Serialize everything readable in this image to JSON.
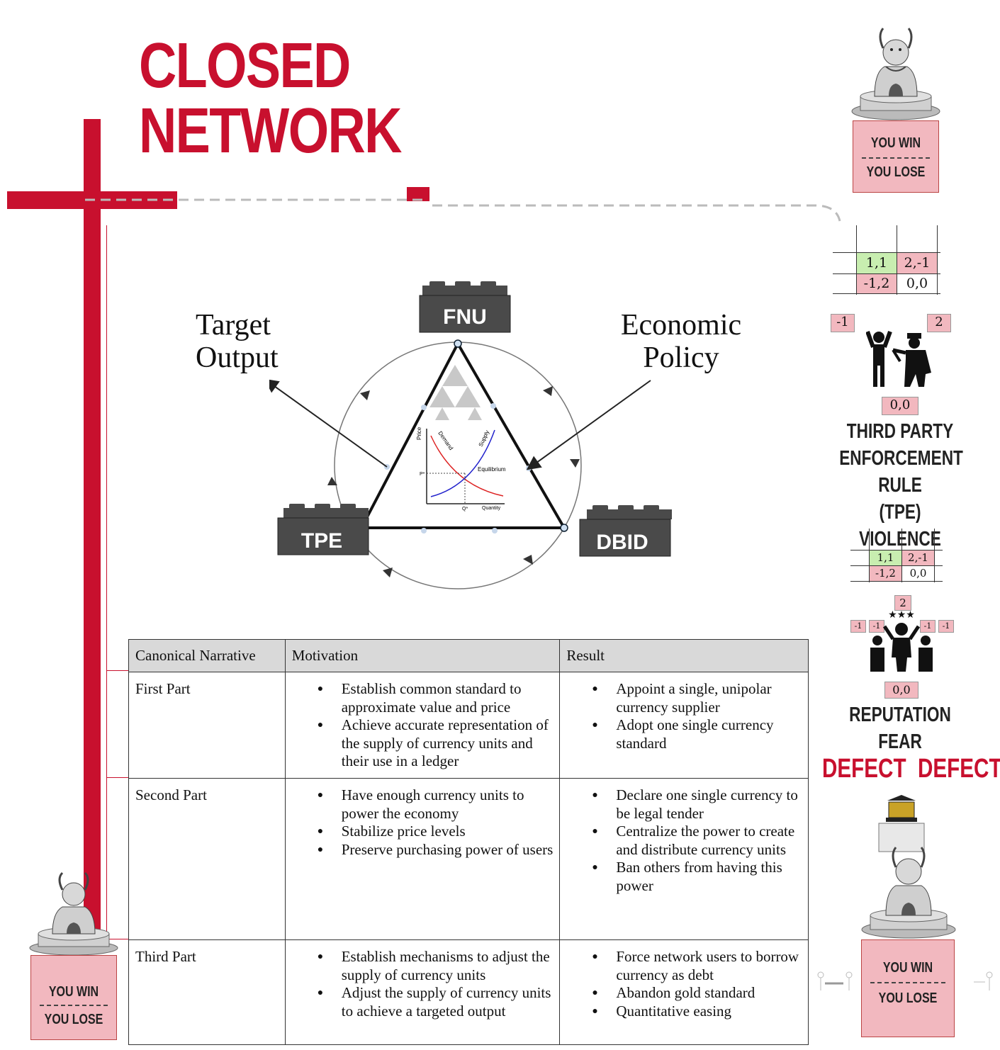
{
  "title": {
    "line1": "CLOSED",
    "line2": "NETWORK"
  },
  "diagram": {
    "nodes": {
      "top": "FNU",
      "left": "TPE",
      "right": "DBID"
    },
    "label_left": [
      "Target",
      "Output"
    ],
    "label_right": [
      "Economic",
      "Policy"
    ],
    "inset_chart": {
      "ylabel": "Price",
      "xlabel": "Quantity",
      "demand_label": "Demand",
      "supply_label": "Supply",
      "equilibrium_label": "Equilibrium",
      "p_star": "P*",
      "q_star": "Q*"
    }
  },
  "table": {
    "headers": [
      "Canonical Narrative",
      "Motivation",
      "Result"
    ],
    "rows": [
      {
        "part": "First Part",
        "motivation": [
          "Establish common standard to approximate value and price",
          "Achieve accurate representation of  the supply of currency units and their use in a ledger"
        ],
        "result": [
          "Appoint a single, unipolar currency supplier",
          "Adopt one single currency standard"
        ]
      },
      {
        "part": "Second Part",
        "motivation": [
          "Have enough currency units to power the economy",
          "Stabilize price levels",
          "Preserve purchasing power of users"
        ],
        "result": [
          "Declare one single currency to be legal tender",
          "Centralize the power to create and distribute currency units",
          "Ban others from having this power"
        ]
      },
      {
        "part": "Third Part",
        "motivation": [
          "Establish mechanisms to adjust the supply of currency units",
          "Adjust the supply of currency units to achieve a targeted output"
        ],
        "result": [
          "Force network users to borrow currency as debt",
          "Abandon gold standard",
          "Quantitative easing"
        ]
      }
    ]
  },
  "sidebar": {
    "pedestal_win": "YOU WIN",
    "pedestal_lose": "YOU LOSE",
    "matrix": {
      "r1c1": "1,1",
      "r1c2": "2,-1",
      "r2c1": "-1,2",
      "r2c2": "0,0"
    },
    "payoff_left": "-1",
    "payoff_right": "2",
    "payoff_center": "0,0",
    "tpe_lines": [
      "THIRD PARTY",
      "ENFORCEMENT RULE",
      "(TPE)",
      "VIOLENCE"
    ],
    "rep_top": "2",
    "rep_side": "-1",
    "rep_center": "0,0",
    "rep_lines": [
      "REPUTATION",
      "FEAR"
    ],
    "defect_left": "DEFECT",
    "defect_right": "DEFECT"
  },
  "colors": {
    "brand_red": "#c8102e",
    "pink": "#f2b8bf",
    "green": "#c8eeb0",
    "brick": "#4a4a4a"
  }
}
